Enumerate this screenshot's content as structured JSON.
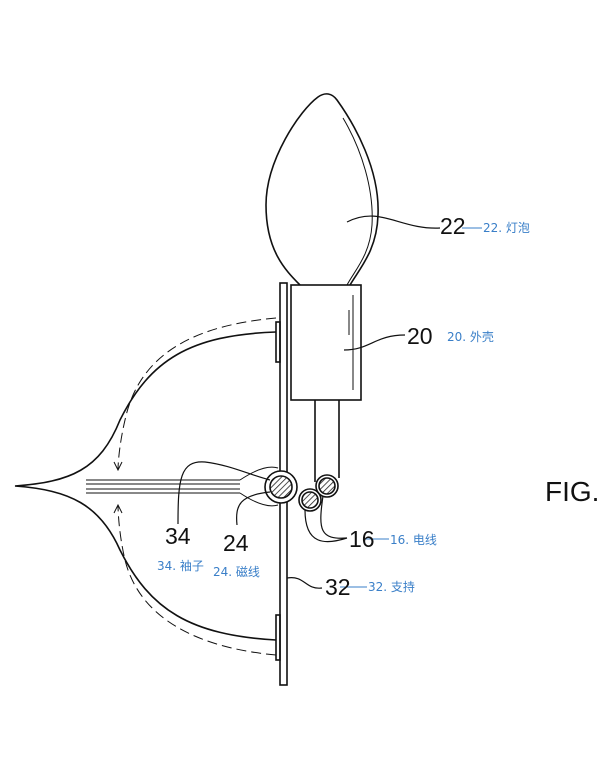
{
  "figure_label": "FIG.",
  "parts": [
    {
      "num": "22",
      "annotation": "22. 灯泡"
    },
    {
      "num": "20",
      "annotation": "20. 外壳"
    },
    {
      "num": "34",
      "annotation": "34. 袖子"
    },
    {
      "num": "24",
      "annotation": "24. 磁线"
    },
    {
      "num": "16",
      "annotation": "16. 电线"
    },
    {
      "num": "32",
      "annotation": "32. 支持"
    }
  ],
  "colors": {
    "annotation": "#3a7fc8",
    "line": "#111111"
  }
}
